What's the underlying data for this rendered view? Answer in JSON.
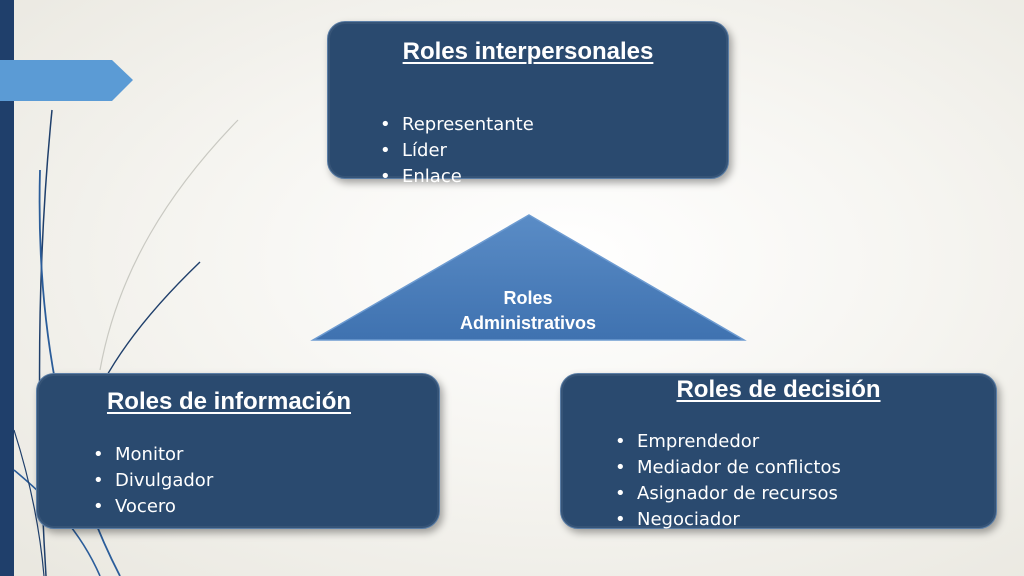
{
  "colors": {
    "box_fill": "#2a4a6f",
    "triangle_fill": "#4f81bd",
    "accent_bar": "#5b9bd5",
    "side_bar": "#1f3f6b"
  },
  "top_box": {
    "title": "Roles interpersonales",
    "items": [
      "Representante",
      "Líder",
      "Enlace"
    ]
  },
  "center": {
    "line1": "Roles",
    "line2": "Administrativos"
  },
  "left_box": {
    "title": "Roles de información",
    "items": [
      "Monitor",
      "Divulgador",
      "Vocero"
    ]
  },
  "right_box": {
    "title": "Roles de decisión",
    "items": [
      "Emprendedor",
      "Mediador de conflictos",
      "Asignador de recursos",
      "Negociador"
    ]
  }
}
